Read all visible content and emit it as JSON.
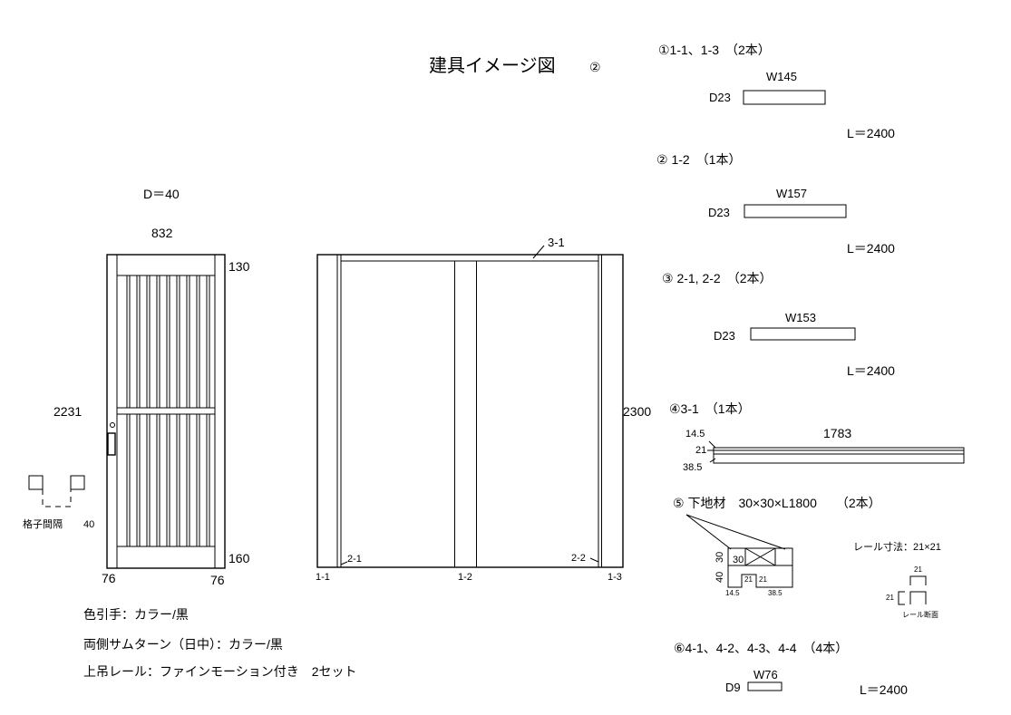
{
  "title": "建具イメージ図",
  "title_number": "②",
  "door": {
    "depth": "D＝40",
    "width": "832",
    "height": "2231",
    "top_rail": "130",
    "bottom_rail": "160",
    "left_stile": "76",
    "right_stile": "76",
    "lattice_label": "格子間隔",
    "lattice_value": "40"
  },
  "frame": {
    "height": "2300",
    "labels": {
      "top": "3-1",
      "left_inner": "2-1",
      "right_inner": "2-2",
      "left": "1-1",
      "center": "1-2",
      "right": "1-3"
    }
  },
  "notes": [
    "色引手：カラー/黒",
    "両側サムターン（日中）：カラー/黒",
    "上吊レール：ファインモーション付き　2セット"
  ],
  "parts": [
    {
      "heading": "①1-1、1-3　（2本）",
      "width": "W145",
      "depth": "D23",
      "length": "L＝2400"
    },
    {
      "heading": "② 1-2　（1本）",
      "width": "W157",
      "depth": "D23",
      "length": "L＝2400"
    },
    {
      "heading": "③ 2-1, 2-2　（2本）",
      "width": "W153",
      "depth": "D23",
      "length": "L＝2400"
    },
    {
      "heading": "④3-1　（1本）",
      "length": "1783",
      "dim_a": "14.5",
      "dim_b": "21",
      "dim_c": "38.5"
    },
    {
      "heading": "⑤ 下地材　30×30×L1800　　（2本）",
      "dim_30_v": "30",
      "dim_30_box": "30",
      "dim_40": "40",
      "dim_21": "21",
      "dim_21_small": "21",
      "dim_14_5": "14.5",
      "dim_38_5": "38.5"
    },
    {
      "heading": "⑥4-1、4-2、4-3、4-4　（4本）",
      "width": "W76",
      "depth": "D9",
      "length": "L＝2400"
    }
  ],
  "rail": {
    "label": "レール寸法：21×21",
    "dim_top": "21",
    "dim_side": "21",
    "caption": "レール断面"
  }
}
